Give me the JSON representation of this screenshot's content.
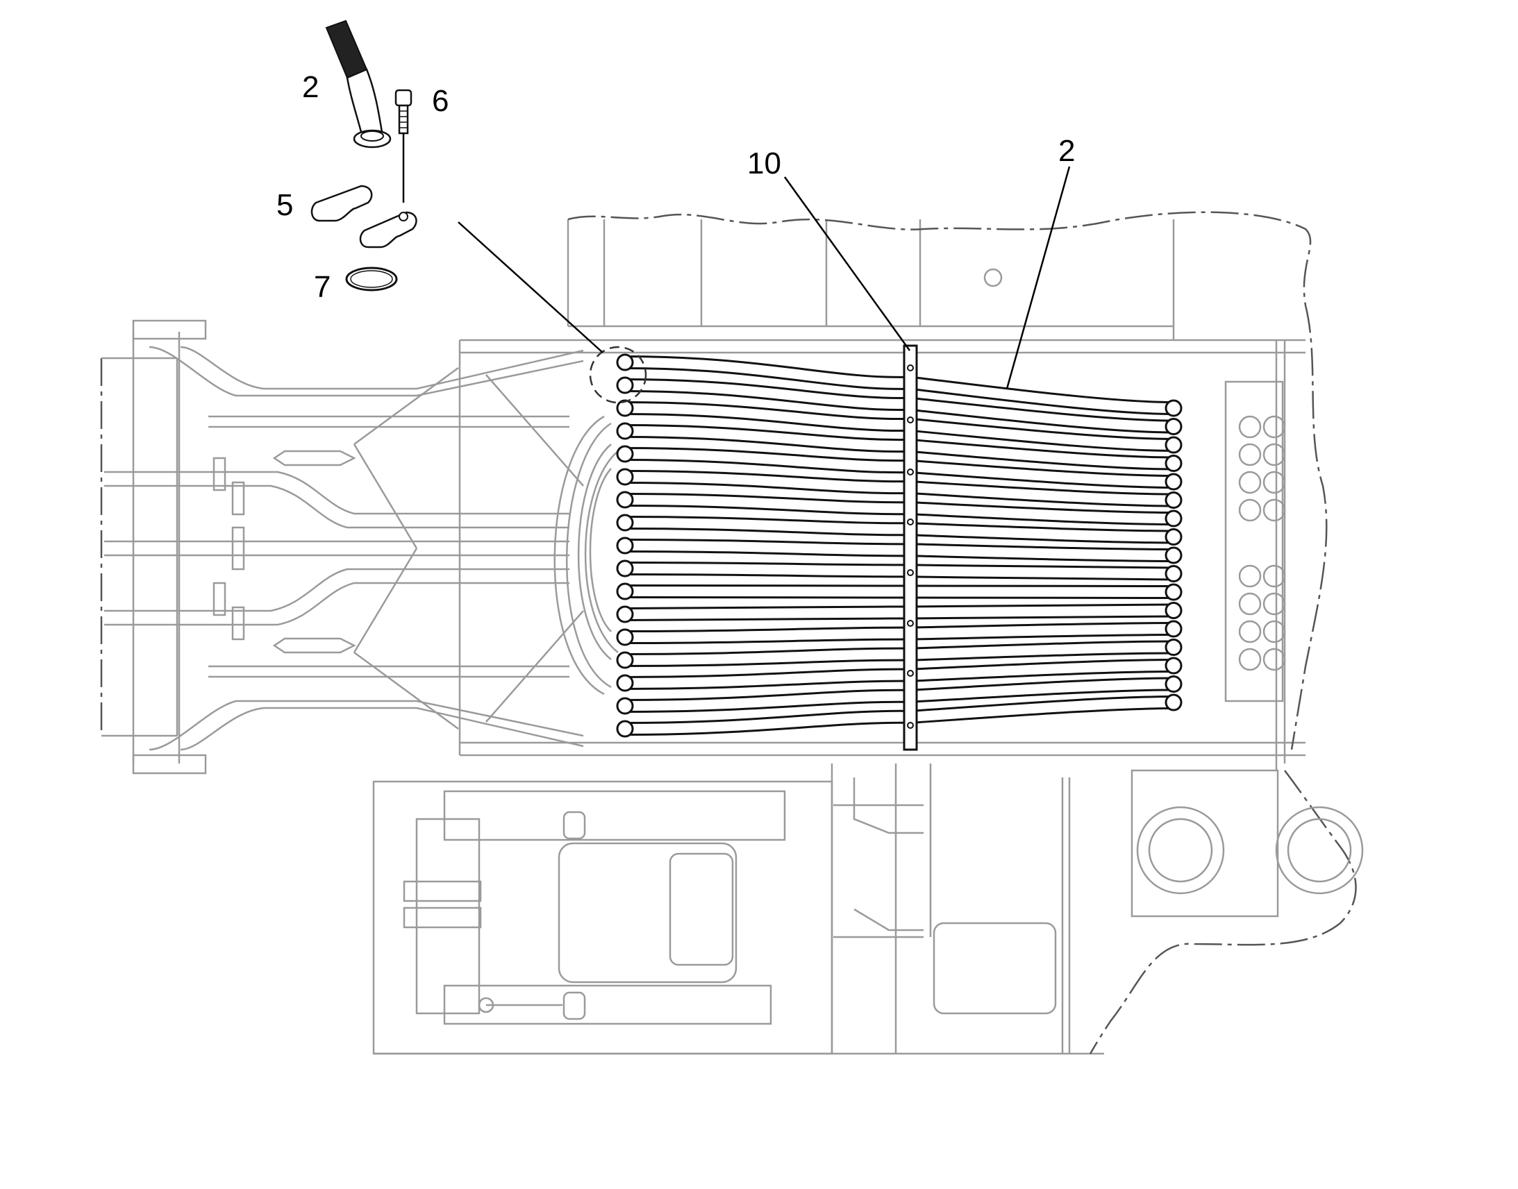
{
  "callouts": {
    "hose_detail": "2",
    "screw": "6",
    "clamp_half": "5",
    "o_ring": "7",
    "hose_bundle": "2",
    "bracket": "10"
  },
  "colors": {
    "background": "#ffffff",
    "line_light": "#9a9a9a",
    "line_dark": "#111111"
  }
}
